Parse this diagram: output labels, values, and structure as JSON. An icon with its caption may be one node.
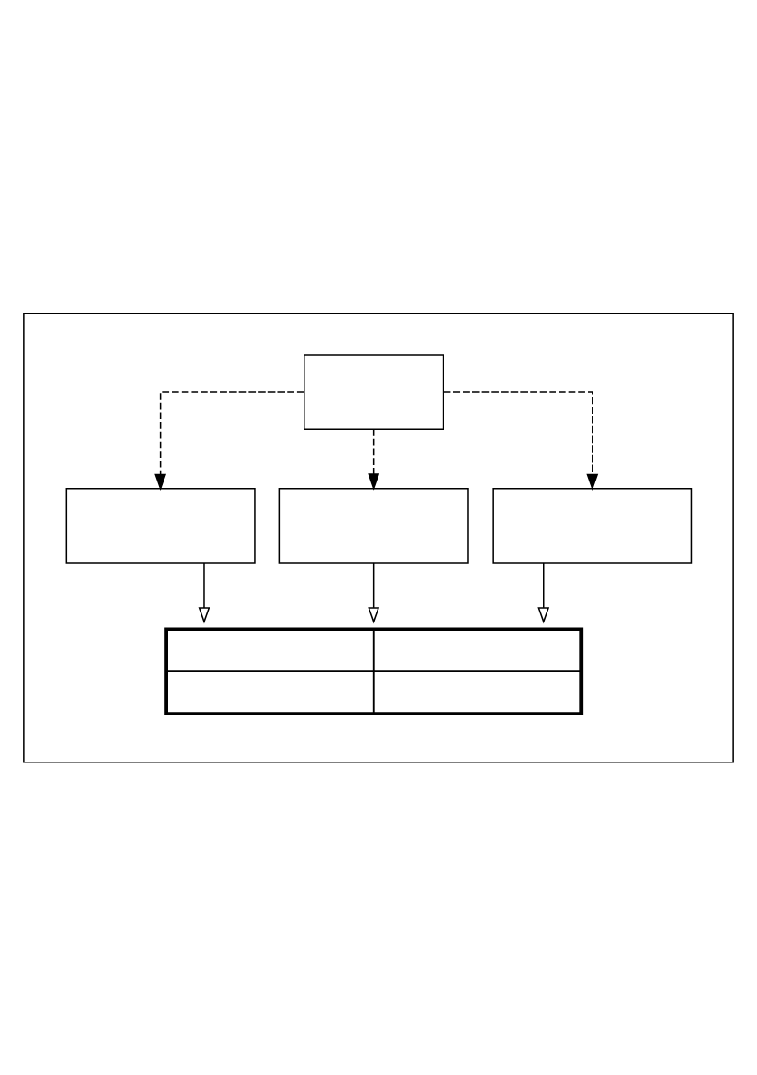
{
  "diagram": {
    "nodes": [
      {
        "text": [],
        "shape": "box"
      },
      {
        "text": [],
        "shape": "box",
        "in": 0
      },
      {
        "text": [],
        "shape": "box",
        "in": 0
      },
      {
        "text": [],
        "shape": "box",
        "in": 0
      },
      {
        "text": [],
        "shape": "box",
        "in": 0
      },
      {
        "text": [],
        "shape": "table",
        "in": 0
      }
    ],
    "edges": [
      {
        "from": 1,
        "to": 2,
        "arrow": "to",
        "style": "dashed"
      },
      {
        "from": 1,
        "to": 3,
        "arrow": "to",
        "style": "dashed"
      },
      {
        "from": 1,
        "to": 4,
        "arrow": "to",
        "style": "dashed"
      },
      {
        "from": 2,
        "to": 5,
        "arrow": "to"
      },
      {
        "from": 3,
        "to": 5,
        "arrow": "to"
      },
      {
        "from": 4,
        "to": 5,
        "arrow": "to"
      }
    ]
  }
}
